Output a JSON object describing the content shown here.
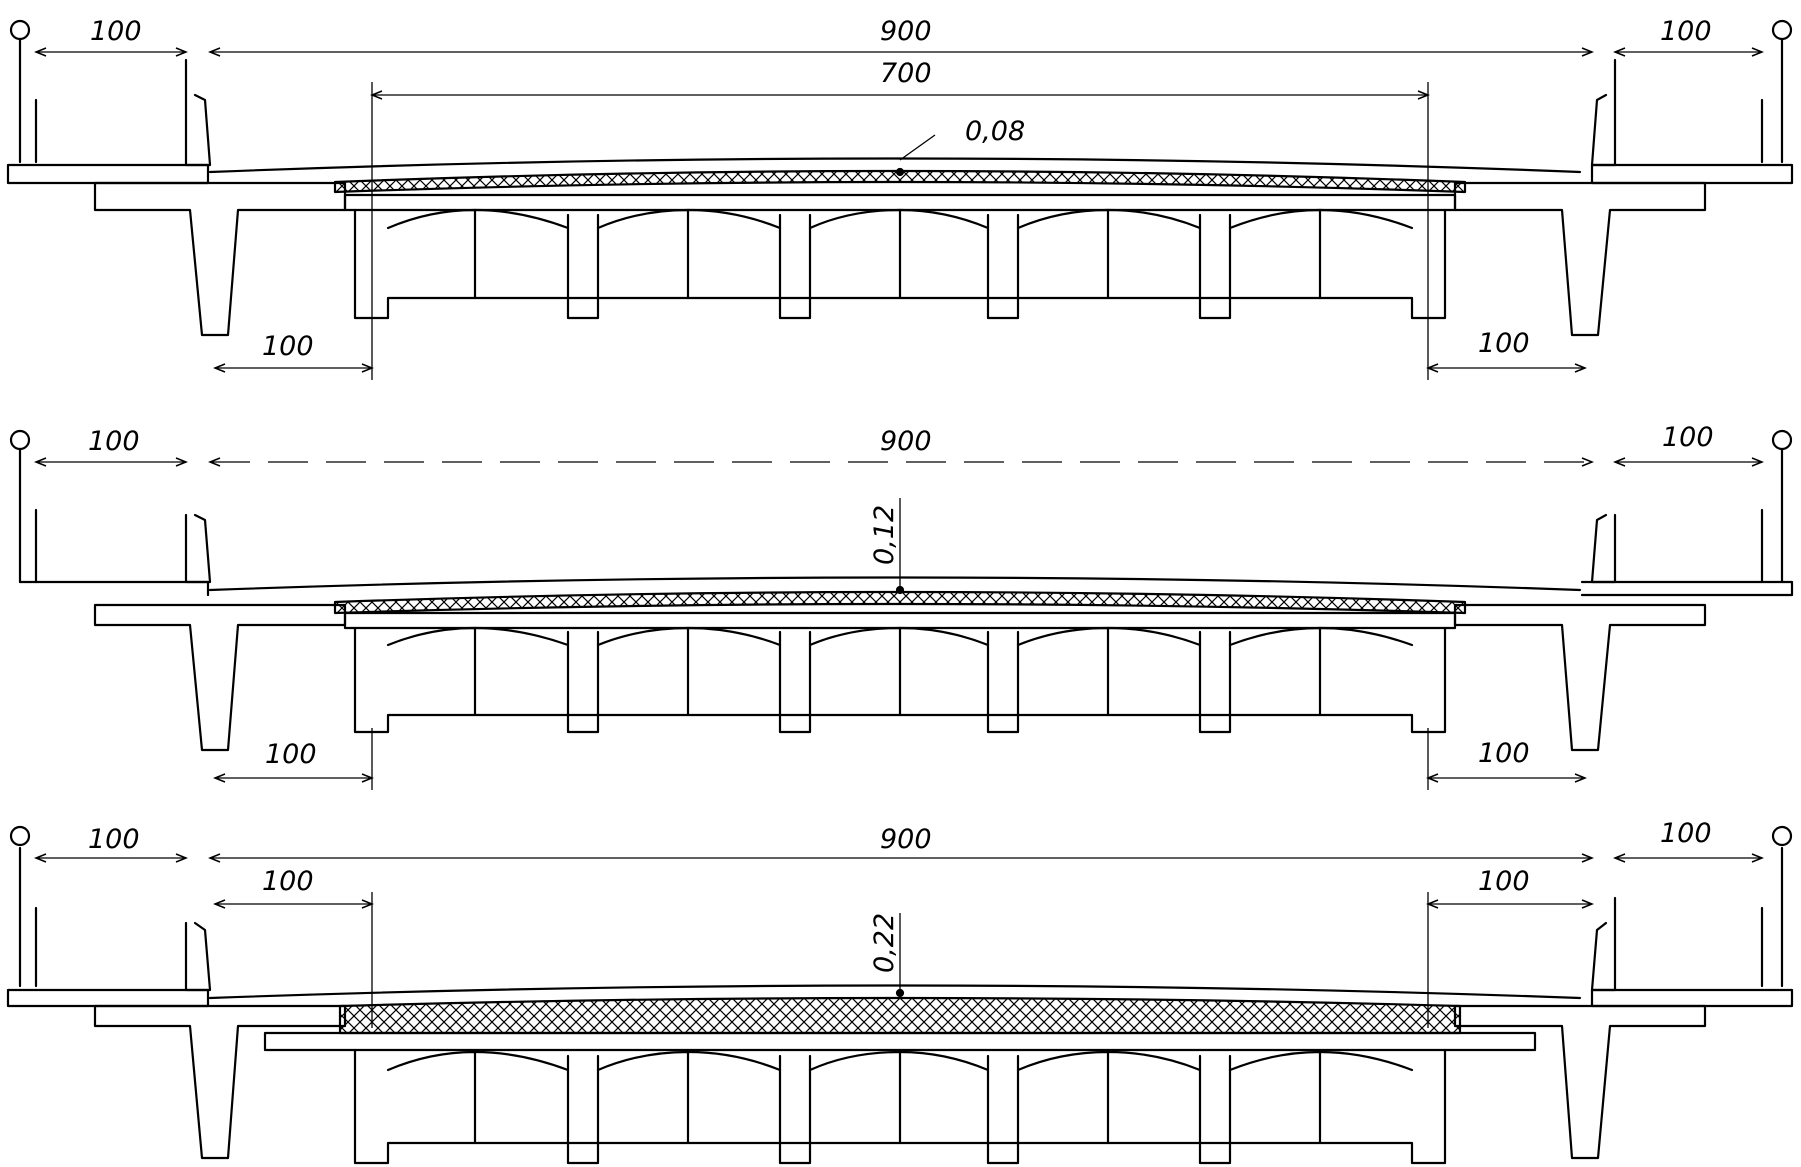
{
  "colors": {
    "line": "#000000",
    "background": "#ffffff"
  },
  "sections": [
    {
      "id": "section-1",
      "labels": {
        "total_width": "900",
        "inner_width": "700",
        "left_sidewalk": "100",
        "right_sidewalk": "100",
        "left_lower": "100",
        "right_lower": "100",
        "thickness": "0,08"
      }
    },
    {
      "id": "section-2",
      "labels": {
        "total_width": "900",
        "left_sidewalk": "100",
        "right_sidewalk": "100",
        "left_lower": "100",
        "right_lower": "100",
        "thickness": "0,12"
      }
    },
    {
      "id": "section-3",
      "labels": {
        "total_width": "900",
        "left_sidewalk": "100",
        "right_sidewalk": "100",
        "left_inner": "100",
        "right_inner": "100",
        "thickness": "0,22"
      }
    }
  ]
}
